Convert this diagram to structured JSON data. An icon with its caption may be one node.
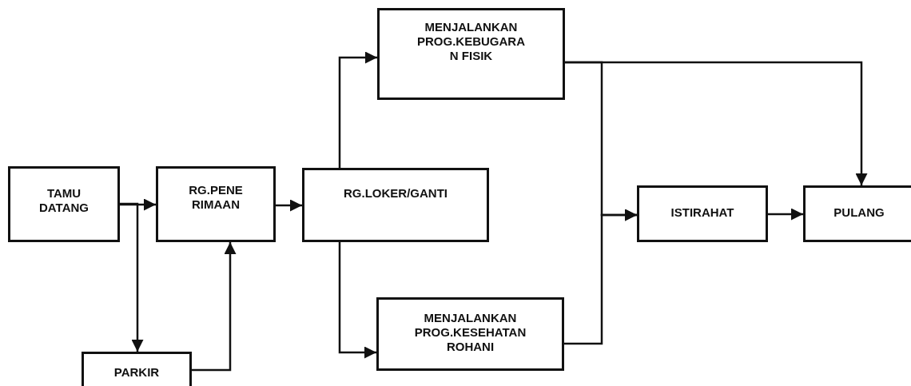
{
  "diagram": {
    "nodes": [
      {
        "text": [
          "TAMU DATANG"
        ]
      },
      {
        "text": [
          "RG.PENE RIMAAN"
        ]
      },
      {
        "text": [
          "RG.LOKER/GANTI"
        ]
      },
      {
        "text": [
          "MENJALANKAN PROG.KEBUGARA N FISIK"
        ]
      },
      {
        "text": [
          "MENJALANKAN PROG.KESEHATAN ROHANI"
        ]
      },
      {
        "text": [
          "ISTIRAHAT"
        ]
      },
      {
        "text": [
          "PULANG"
        ]
      },
      {
        "text": [
          "PARKIR"
        ]
      }
    ],
    "edges": [
      {
        "from": 0,
        "to": 1,
        "arrow": "to"
      },
      {
        "from": 0,
        "to": 7,
        "arrow": "to"
      },
      {
        "from": 7,
        "to": 1,
        "arrow": "to"
      },
      {
        "from": 1,
        "to": 2,
        "arrow": "to"
      },
      {
        "from": 2,
        "to": 3,
        "arrow": "to"
      },
      {
        "from": 2,
        "to": 4,
        "arrow": "to"
      },
      {
        "from": 3,
        "to": 6,
        "arrow": "to"
      },
      {
        "from": 3,
        "to": 5,
        "arrow": "to"
      },
      {
        "from": 4,
        "to": 5,
        "arrow": "to"
      },
      {
        "from": 5,
        "to": 6,
        "arrow": "to"
      }
    ]
  }
}
